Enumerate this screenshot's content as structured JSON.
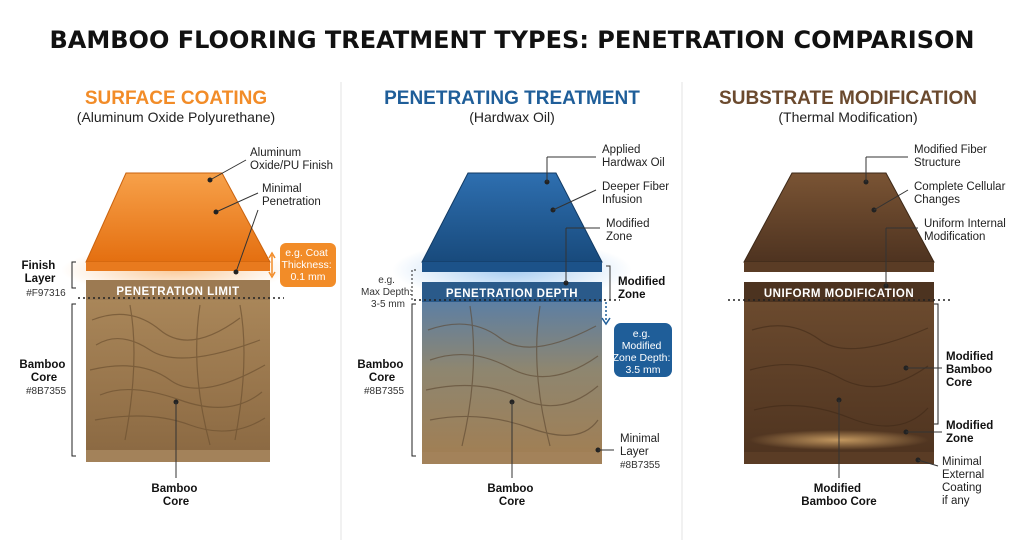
{
  "title": "BAMBOO FLOORING TREATMENT TYPES: PENETRATION COMPARISON",
  "colors": {
    "surface_heading": "#F28C28",
    "penetrating_heading": "#1F5E99",
    "substrate_heading": "#6B4A2E",
    "finish_layer": "#F97316",
    "bamboo_core": "#8B7355"
  },
  "panels": {
    "surface": {
      "heading": "SURFACE COATING",
      "subheading": "(Aluminum Oxide Polyurethane)",
      "band_label": "PENETRATION LIMIT",
      "callout_finish": [
        "Aluminum",
        "Oxide/PU Finish"
      ],
      "callout_minimal": [
        "Minimal",
        "Penetration"
      ],
      "badge": [
        "e.g. Coat",
        "Thickness:",
        "0.1 mm"
      ],
      "left_finish_label": [
        "Finish",
        "Layer"
      ],
      "left_finish_color": "#F97316",
      "left_core_label": [
        "Bamboo",
        "Core"
      ],
      "left_core_color": "#8B7355",
      "bottom_label": [
        "Bamboo",
        "Core"
      ]
    },
    "penetrating": {
      "heading": "PENETRATING TREATMENT",
      "subheading": "(Hardwax Oil)",
      "band_label": "PENETRATION DEPTH",
      "callout_applied": [
        "Applied",
        "Hardwax Oil"
      ],
      "callout_deeper": [
        "Deeper Fiber",
        "Infusion"
      ],
      "callout_modified": [
        "Modified",
        "Zone"
      ],
      "right_modified": [
        "Modified",
        "Zone"
      ],
      "badge": [
        "e.g.",
        "Modified",
        "Zone Depth:",
        "3.5 mm"
      ],
      "left_max_depth": [
        "e.g.",
        "Max Depth:",
        "3-5 mm"
      ],
      "left_core_label": [
        "Bamboo",
        "Core"
      ],
      "left_core_color": "#8B7355",
      "right_minimal": [
        "Minimal",
        "Layer",
        "#8B7355"
      ],
      "bottom_label": [
        "Bamboo",
        "Core"
      ]
    },
    "substrate": {
      "heading": "SUBSTRATE MODIFICATION",
      "subheading": "(Thermal Modification)",
      "band_label": "UNIFORM MODIFICATION",
      "callout_fiber": [
        "Modified Fiber",
        "Structure"
      ],
      "callout_cellular": [
        "Complete Cellular",
        "Changes"
      ],
      "callout_uniform": [
        "Uniform Internal",
        "Modification"
      ],
      "right_modified_core": [
        "Modified",
        "Bamboo",
        "Core"
      ],
      "right_modified_zone": [
        "Modified",
        "Zone"
      ],
      "right_minimal": [
        "Minimal",
        "External",
        "Coating",
        "if any"
      ],
      "bottom_label": [
        "Modified",
        "Bamboo Core"
      ]
    }
  }
}
